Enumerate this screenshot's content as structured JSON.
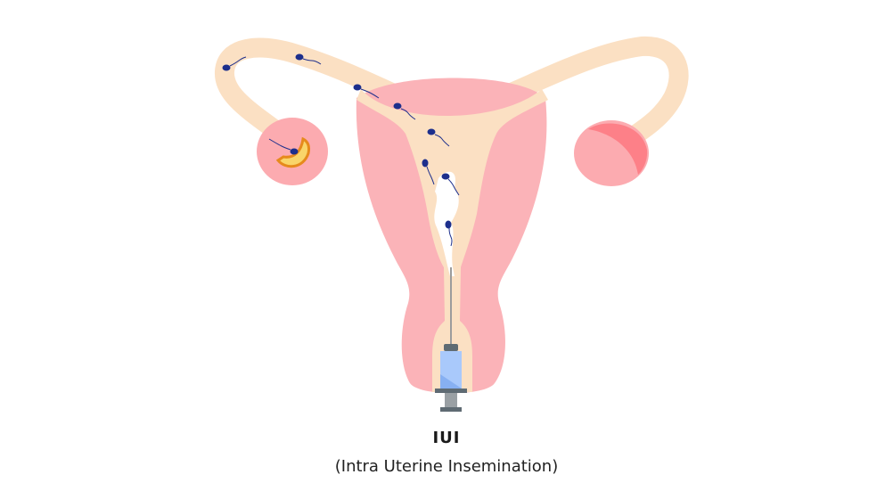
{
  "diagram": {
    "title": "IUI",
    "subtitle": "(Intra Uterine Insemination)",
    "labels_visible": false,
    "elements": [
      "uterus",
      "uterine-cavity",
      "cervical-canal",
      "left-fallopian-tube",
      "right-fallopian-tube",
      "left-ovary-with-egg",
      "right-ovary",
      "sperm-cells",
      "syringe-catheter",
      "semen-sample"
    ],
    "colors": {
      "uterus_wall": "#fbb3b8",
      "cavity": "#fbe0c3",
      "ovary": "#fcabb0",
      "ovary_shade": "#fd8088",
      "egg_outer": "#e68a1c",
      "egg_inner": "#f9d56a",
      "sperm": "#1d2f8c",
      "syringe_barrel": "#a9c9fb",
      "syringe_dark": "#5f6b73",
      "semen": "#ffffff"
    }
  }
}
